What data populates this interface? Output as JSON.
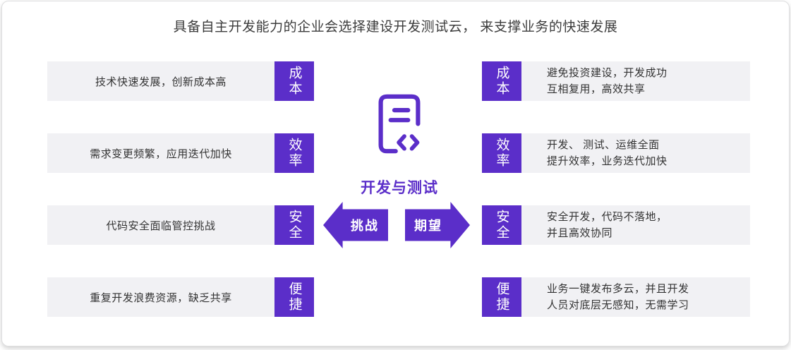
{
  "title": "具备自主开发能力的企业会选择建设开发测试云， 来支撑业务的快速发展",
  "center": {
    "label": "开发与测试",
    "icon": "document-code-icon"
  },
  "arrows": {
    "challenges": "挑战",
    "expectations": "期望"
  },
  "left_rows": [
    {
      "text": "技术快速发展，创新成本高",
      "badge": "成本"
    },
    {
      "text": "需求变更频繁，应用迭代加快",
      "badge": "效率"
    },
    {
      "text": "代码安全面临管控挑战",
      "badge": "安全"
    },
    {
      "text": "重复开发浪费资源，缺乏共享",
      "badge": "便捷"
    }
  ],
  "right_rows": [
    {
      "badge": "成本",
      "text": "避免投资建设，开发成功\n互相复用，高效共享"
    },
    {
      "badge": "效率",
      "text": "开发、 测试、运维全面\n提升效率，业务迭代加快"
    },
    {
      "badge": "安全",
      "text": "安全开发，代码不落地，\n并且高效协同"
    },
    {
      "badge": "便捷",
      "text": "业务一键发布多云，并且开发\n人员对底层无感知，无需学习"
    }
  ],
  "colors": {
    "accent": "#5B2EC9",
    "row_bg": "#F1F1F4",
    "text": "#333333",
    "arrow_text": "#FFFFFF"
  }
}
